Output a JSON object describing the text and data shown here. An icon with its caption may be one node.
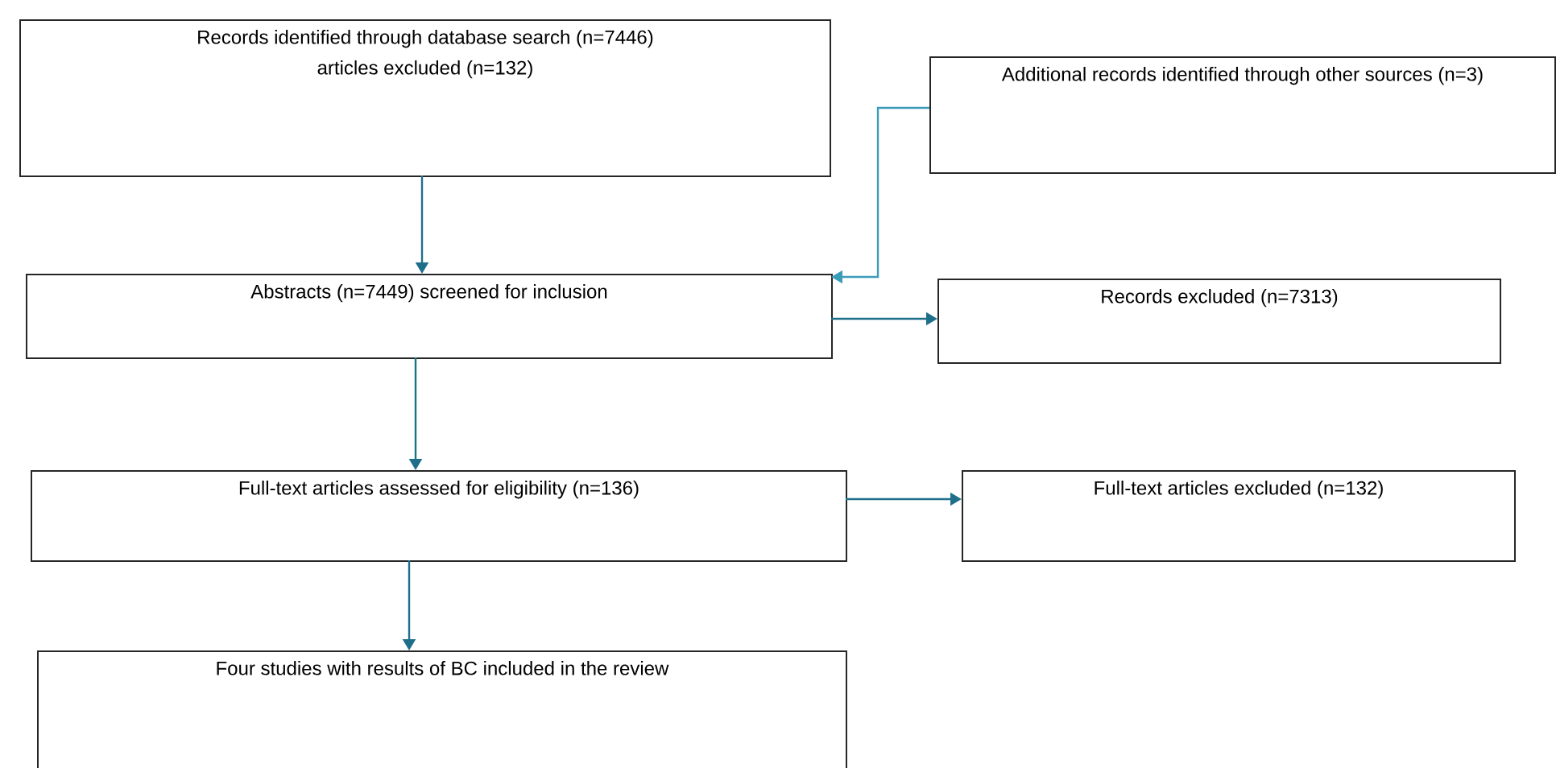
{
  "diagram": {
    "nodes": [
      {
        "text": [
          "Records identified through database search (n=7446)",
          "articles excluded (n=132)"
        ]
      },
      {
        "text": [
          "Additional records identified through other sources (n=3)"
        ]
      },
      {
        "text": [
          "Abstracts (n=7449) screened for inclusion"
        ]
      },
      {
        "text": [
          "Records excluded (n=7313)"
        ]
      },
      {
        "text": [
          "Full-text articles assessed for eligibility (n=136)"
        ]
      },
      {
        "text": [
          "Full-text articles excluded (n=132)"
        ]
      },
      {
        "text": [
          "Four studies with results of BC included in the review"
        ]
      }
    ],
    "edges": [
      {
        "from": 0,
        "to": 2,
        "arrow": "to"
      },
      {
        "from": 1,
        "to": 2,
        "arrow": "to",
        "color": "#3a9cb8"
      },
      {
        "from": 2,
        "to": 3,
        "arrow": "to"
      },
      {
        "from": 2,
        "to": 4,
        "arrow": "to"
      },
      {
        "from": 4,
        "to": 5,
        "arrow": "to"
      },
      {
        "from": 4,
        "to": 6,
        "arrow": "to"
      }
    ]
  }
}
